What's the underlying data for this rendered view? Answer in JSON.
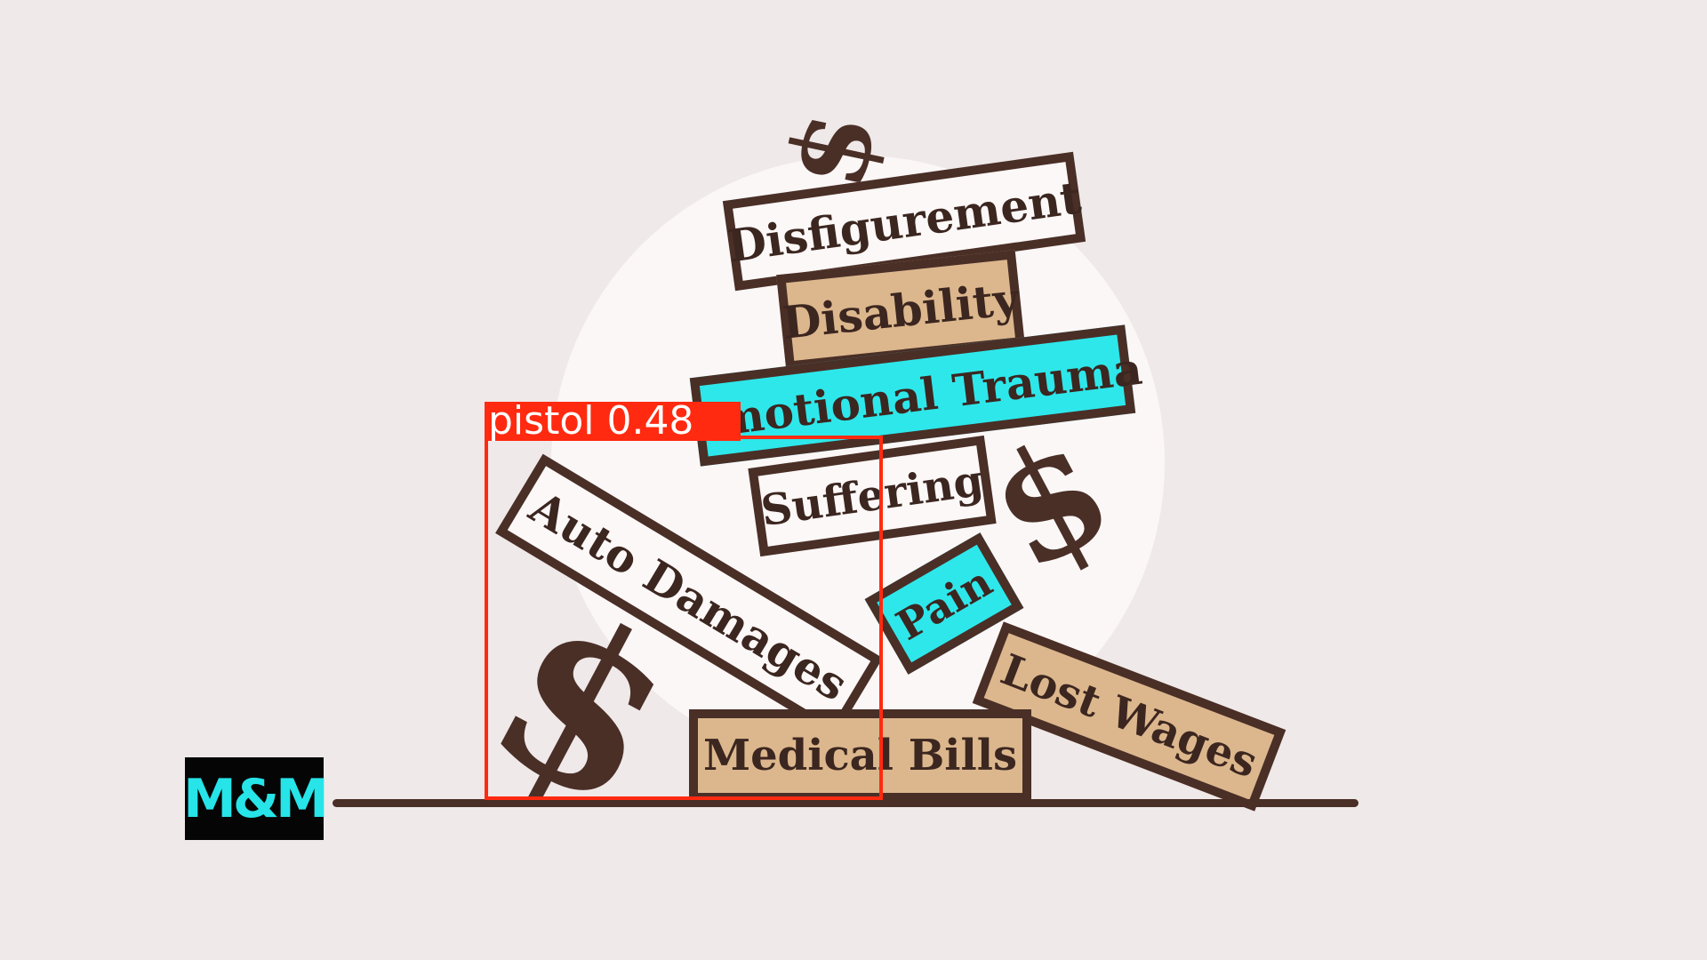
{
  "blocks": {
    "disfigurement": "Disfigurement",
    "disability": "Disability",
    "emotional_trauma": "Emotional Trauma",
    "suffering": "Suffering",
    "auto_damages": "Auto Damages",
    "pain": "Pain",
    "lost_wages": "Lost Wages",
    "medical_bills": "Medical Bills"
  },
  "symbols": {
    "dollar": "$"
  },
  "logo": {
    "text": "M&M"
  },
  "detection": {
    "label": "pistol  0.48",
    "class": "pistol",
    "confidence": 0.48
  },
  "colors": {
    "background": "#efe9e9",
    "outline": "#4a2f27",
    "tan": "#dcb78d",
    "cyan": "#2ee7ea",
    "detection_red": "#ff2a10"
  }
}
